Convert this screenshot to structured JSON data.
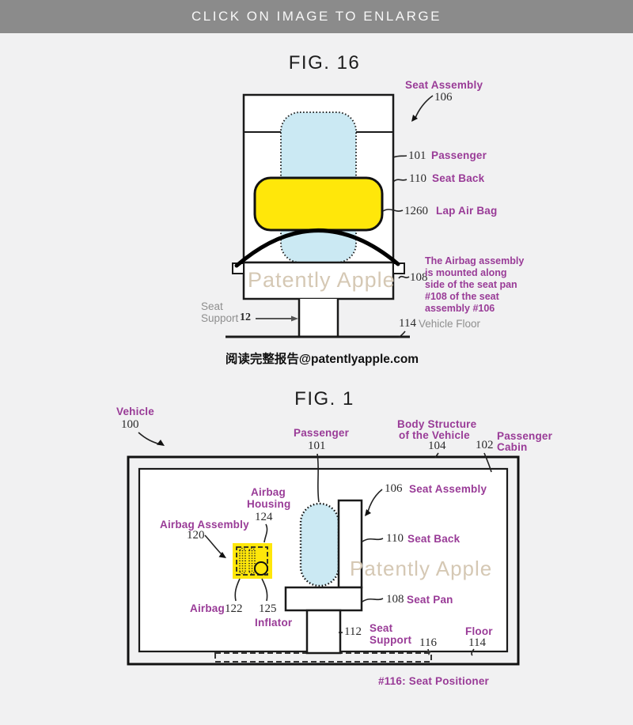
{
  "banner": {
    "label": "CLICK ON IMAGE TO ENLARGE"
  },
  "colors": {
    "purple": "#993B97",
    "yellow": "#FFE70A",
    "blue": "#CBE9F3",
    "watermark": "#D5C8B4",
    "banner_bg": "#8B8B8B",
    "bg": "#F1F1F2"
  },
  "fig16": {
    "title": "FIG. 16",
    "watermark": "Patently Apple",
    "footer": "阅读完整报告@patentlyapple.com",
    "seat_assembly": {
      "label": "Seat Assembly",
      "num": "106"
    },
    "passenger": {
      "num": "101",
      "label": "Passenger"
    },
    "seat_back": {
      "num": "110",
      "label": "Seat Back"
    },
    "lap_air_bag": {
      "num": "1260",
      "label": "Lap Air Bag"
    },
    "seat_pan": {
      "num": "108"
    },
    "note": [
      "The Airbag assembly",
      "is mounted along",
      "side of the seat pan",
      "#108 of the seat",
      "assembly #106"
    ],
    "seat_support": {
      "line1": "Seat",
      "line2": "Support",
      "num": "12"
    },
    "vehicle_floor": {
      "num": "114",
      "label": "Vehicle Floor"
    }
  },
  "fig1": {
    "title": "FIG. 1",
    "watermark": "Patently Apple",
    "caption": "#116: Seat Positioner",
    "vehicle": {
      "label": "Vehicle",
      "num": "100"
    },
    "passenger": {
      "label": "Passenger",
      "num": "101"
    },
    "body_structure": {
      "line1": "Body Structure",
      "line2": "of the Vehicle",
      "num": "104"
    },
    "cabin": {
      "num": "102",
      "line1": "Passenger",
      "line2": "Cabin"
    },
    "seat_assembly": {
      "num": "106",
      "label": "Seat Assembly"
    },
    "seat_back": {
      "num": "110",
      "label": "Seat Back"
    },
    "seat_pan": {
      "num": "108",
      "label": "Seat Pan"
    },
    "airbag_housing": {
      "line1": "Airbag",
      "line2": "Housing",
      "num": "124"
    },
    "airbag_assembly": {
      "label": "Airbag Assembly",
      "num": "120"
    },
    "airbag": {
      "label": "Airbag",
      "num": "122"
    },
    "inflator": {
      "num": "125",
      "label": "Inflator"
    },
    "seat_support": {
      "num": "112",
      "line1": "Seat",
      "line2": "Support"
    },
    "positioner": {
      "num": "116"
    },
    "floor": {
      "label": "Floor",
      "num": "114"
    }
  }
}
